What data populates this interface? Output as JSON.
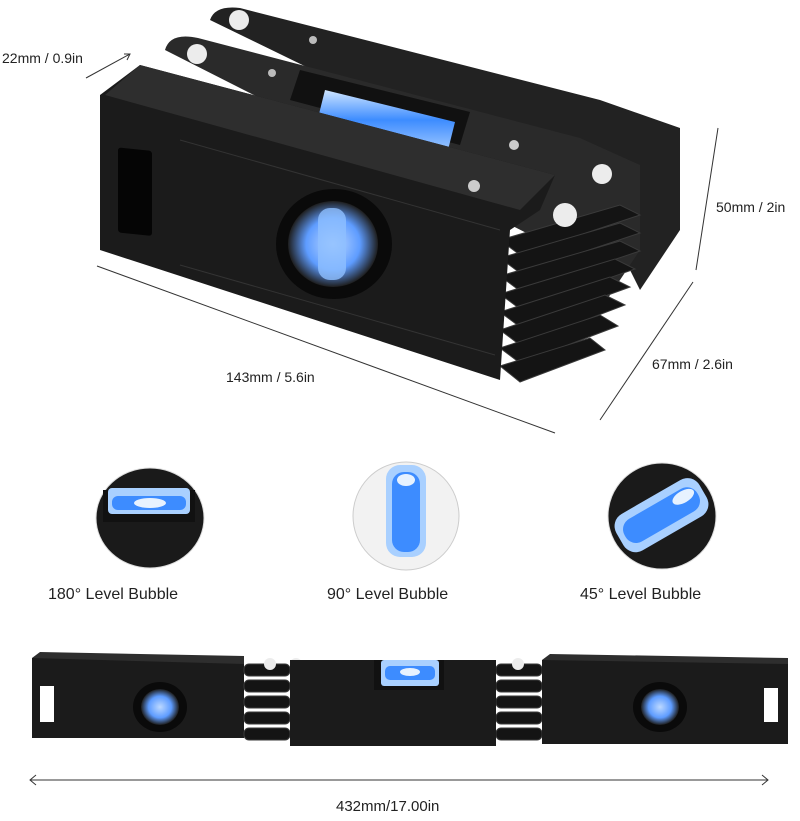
{
  "dimensions": {
    "width_label": "22mm / 0.9in",
    "height_label": "50mm / 2in",
    "length_label": "143mm / 5.6in",
    "depth_label": "67mm / 2.6in",
    "extended_label": "432mm/17.00in"
  },
  "bubbles": [
    {
      "caption": "180° Level Bubble",
      "icon": "horizontal-vial-icon"
    },
    {
      "caption": "90° Level Bubble",
      "icon": "vertical-vial-icon"
    },
    {
      "caption": "45° Level Bubble",
      "icon": "diagonal-vial-icon"
    }
  ],
  "colors": {
    "body": "#1b1b1b",
    "vial": "#3d8cff",
    "vial_light": "#a9d0ff"
  }
}
